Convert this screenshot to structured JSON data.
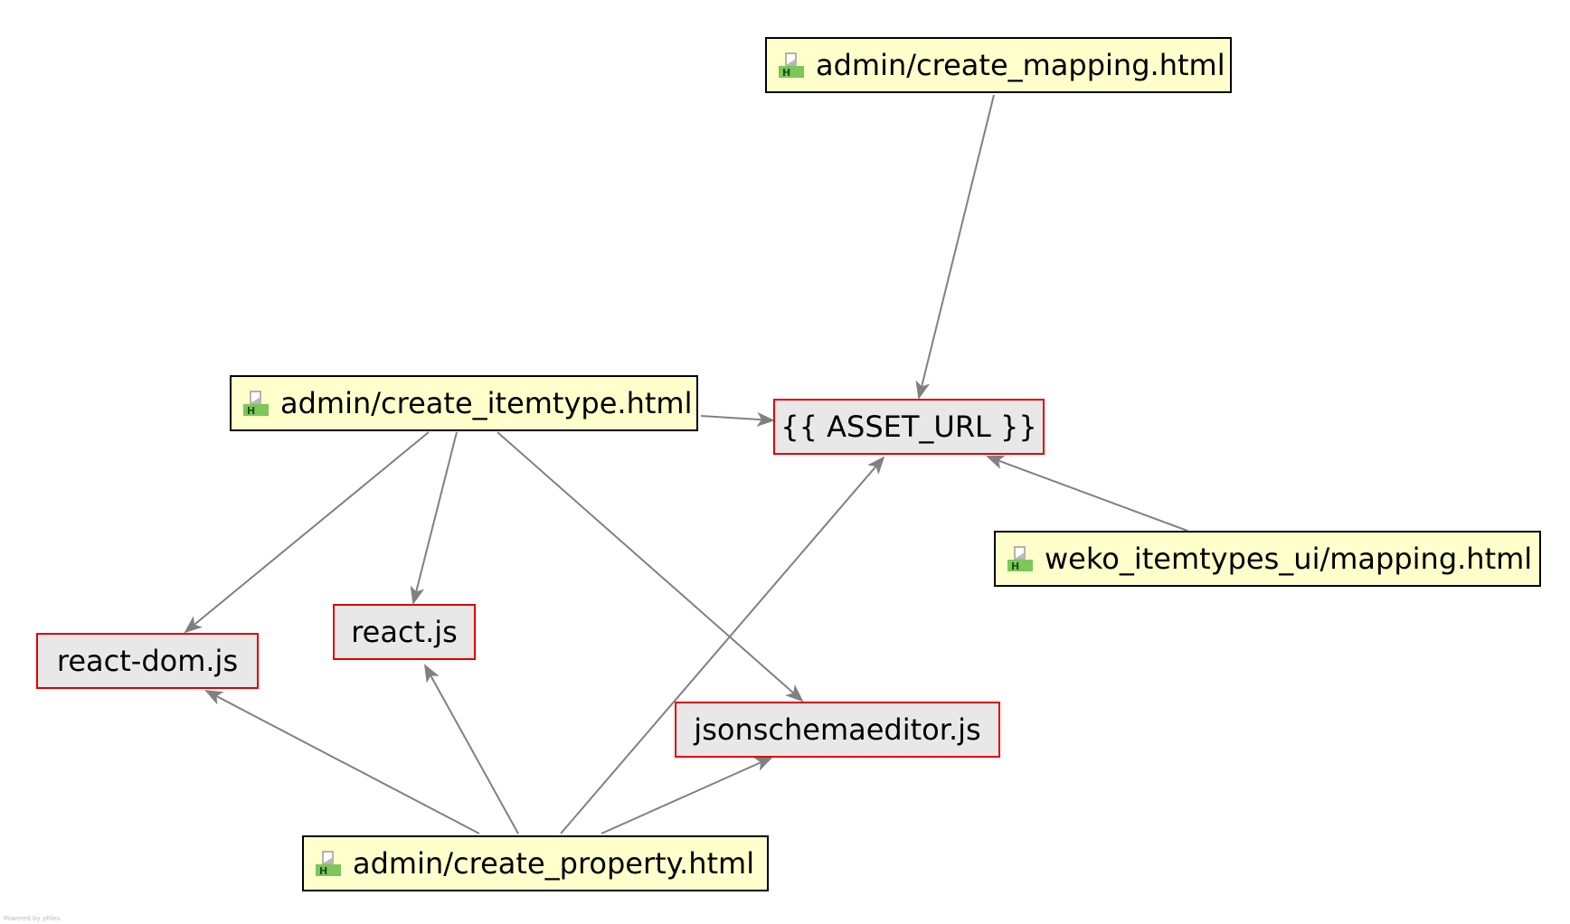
{
  "diagram": {
    "nodes": [
      {
        "id": "create_mapping",
        "label": "admin/create_mapping.html",
        "kind": "html-file",
        "icon": "html-file-icon"
      },
      {
        "id": "asset_url",
        "label": "{{ ASSET_URL }}",
        "kind": "asset"
      },
      {
        "id": "create_itemtype",
        "label": "admin/create_itemtype.html",
        "kind": "html-file",
        "icon": "html-file-icon"
      },
      {
        "id": "mapping_ui",
        "label": "weko_itemtypes_ui/mapping.html",
        "kind": "html-file",
        "icon": "html-file-icon"
      },
      {
        "id": "react_dom",
        "label": "react-dom.js",
        "kind": "asset"
      },
      {
        "id": "react",
        "label": "react.js",
        "kind": "asset"
      },
      {
        "id": "jsonschemaeditor",
        "label": "jsonschemaeditor.js",
        "kind": "asset"
      },
      {
        "id": "create_property",
        "label": "admin/create_property.html",
        "kind": "html-file",
        "icon": "html-file-icon"
      }
    ],
    "edges": [
      {
        "from": "create_mapping",
        "to": "asset_url"
      },
      {
        "from": "create_itemtype",
        "to": "asset_url"
      },
      {
        "from": "mapping_ui",
        "to": "asset_url"
      },
      {
        "from": "create_itemtype",
        "to": "react_dom"
      },
      {
        "from": "create_itemtype",
        "to": "react"
      },
      {
        "from": "create_itemtype",
        "to": "jsonschemaeditor"
      },
      {
        "from": "create_property",
        "to": "react_dom"
      },
      {
        "from": "create_property",
        "to": "react"
      },
      {
        "from": "create_property",
        "to": "asset_url"
      },
      {
        "from": "create_property",
        "to": "jsonschemaeditor"
      }
    ],
    "colors": {
      "html_fill": "#ffffcc",
      "html_border": "#000000",
      "asset_fill": "#e8e8e8",
      "asset_border": "#e00000",
      "edge": "#808080",
      "icon_green": "#7cc65a"
    }
  },
  "footer": {
    "text": "Powered by yFiles"
  }
}
